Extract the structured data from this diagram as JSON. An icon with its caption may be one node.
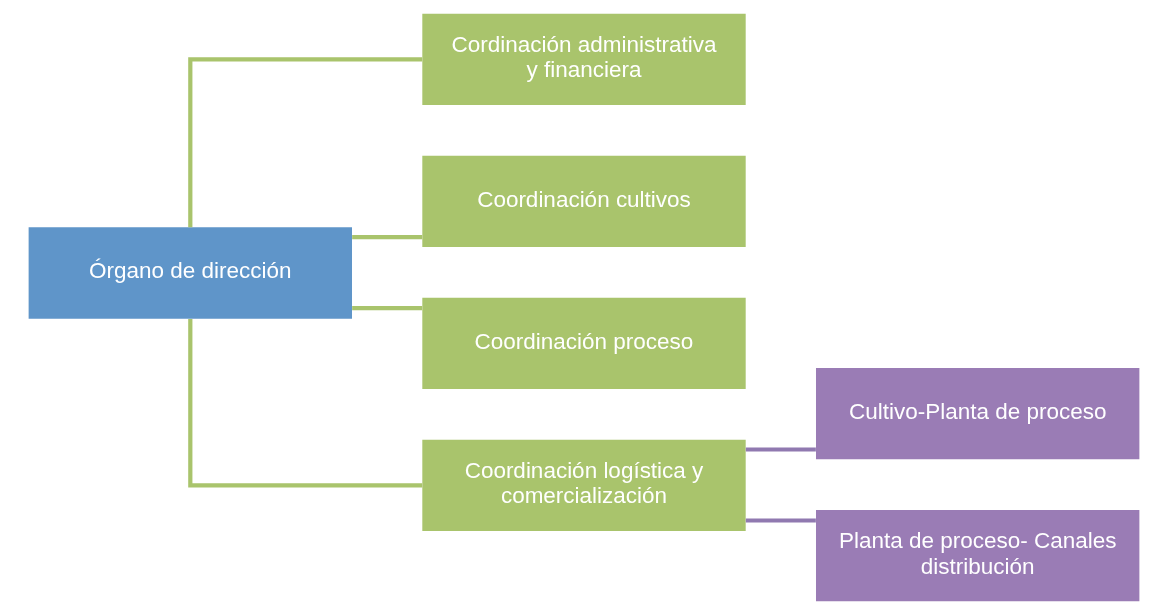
{
  "diagram": {
    "nodes": [
      {
        "text": [
          "Órgano de dirección"
        ]
      },
      {
        "text": [
          "Cordinación administrativa y financiera"
        ]
      },
      {
        "text": [
          "Coordinación cultivos"
        ]
      },
      {
        "text": [
          "Coordinación proceso"
        ]
      },
      {
        "text": [
          "Coordinación logística y comercialización"
        ]
      },
      {
        "text": [
          "Cultivo-Planta de proceso"
        ]
      },
      {
        "text": [
          "Planta de proceso- Canales distribución"
        ]
      }
    ],
    "edges": [
      {
        "from": 0,
        "to": 1,
        "arrow": "none"
      },
      {
        "from": 0,
        "to": 2,
        "arrow": "none"
      },
      {
        "from": 0,
        "to": 3,
        "arrow": "none"
      },
      {
        "from": 0,
        "to": 4,
        "arrow": "none"
      },
      {
        "from": 4,
        "to": 5,
        "arrow": "none",
        "color": "#9079b0"
      },
      {
        "from": 4,
        "to": 6,
        "arrow": "none",
        "color": "#9079b0"
      }
    ]
  }
}
